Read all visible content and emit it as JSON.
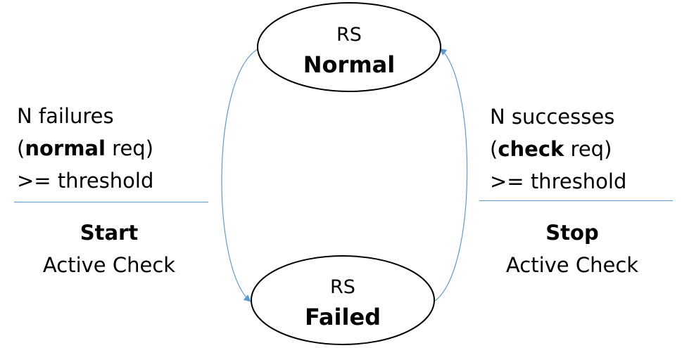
{
  "states": [
    {
      "id": "normal",
      "line1": "RS",
      "line2": "Normal"
    },
    {
      "id": "failed",
      "line1": "RS",
      "line2": "Failed"
    }
  ],
  "left_transition": {
    "condition_line1": "N failures",
    "condition_line2_prefix": "(",
    "condition_line2_bold": "normal",
    "condition_line2_suffix": " req)",
    "condition_line3": ">= threshold",
    "action_bold": "Start",
    "action_text": "Active Check"
  },
  "right_transition": {
    "condition_line1": "N successes",
    "condition_line2_prefix": "(",
    "condition_line2_bold": "check",
    "condition_line2_suffix": " req)",
    "condition_line3": ">= threshold",
    "action_bold": "Stop",
    "action_text": "Active Check"
  },
  "colors": {
    "arrow": "#5b9bd5",
    "divider": "#5b9bd5",
    "ellipse_stroke": "#000000",
    "text": "#000000"
  }
}
